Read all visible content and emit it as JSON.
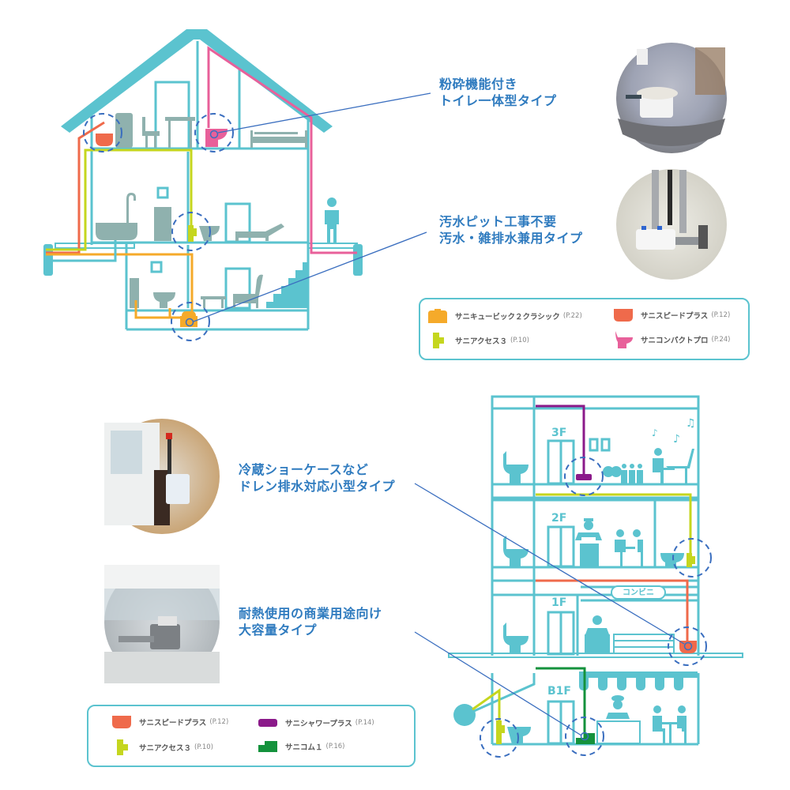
{
  "colors": {
    "structure": "#5bc3cf",
    "furniture": "#8fb1ae",
    "callout_line": "#3a6ebf",
    "callout_text": "#2f7bbf",
    "saniqubic": "#f5aa2a",
    "sanispeed": "#ef6a4b",
    "saniaccess": "#c5d61e",
    "sanicompact": "#e8609a",
    "sanishower": "#8b1a8a",
    "sanicom": "#14923c"
  },
  "house": {
    "callouts": [
      {
        "line1": "粉砕機能付き",
        "line2": "トイレ一体型タイプ"
      },
      {
        "line1": "汚水ピット工事不要",
        "line2": "汚水・雑排水兼用タイプ"
      }
    ],
    "photos": [
      "compact-toilet-photo",
      "pump-unit-photo"
    ],
    "legend": [
      {
        "name": "サニキュービック２クラシック",
        "page": "(P.22)",
        "icon": "saniqubic-icon",
        "color": "#f5aa2a"
      },
      {
        "name": "サニスピードプラス",
        "page": "(P.12)",
        "icon": "sanispeed-icon",
        "color": "#ef6a4b"
      },
      {
        "name": "サニアクセス３",
        "page": "(P.10)",
        "icon": "saniaccess-icon",
        "color": "#c5d61e"
      },
      {
        "name": "サニコンパクトプロ",
        "page": "(P.24)",
        "icon": "sanicompact-icon",
        "color": "#e8609a"
      }
    ]
  },
  "building": {
    "floors": [
      "3F",
      "2F",
      "1F",
      "B1F"
    ],
    "store_sign": "コンビニ",
    "callouts": [
      {
        "line1": "冷蔵ショーケースなど",
        "line2": "ドレン排水対応小型タイプ"
      },
      {
        "line1": "耐熱使用の商業用途向け",
        "line2": "大容量タイプ"
      }
    ],
    "legend": [
      {
        "name": "サニスピードプラス",
        "page": "(P.12)",
        "icon": "sanispeed-icon",
        "color": "#ef6a4b"
      },
      {
        "name": "サニシャワープラス",
        "page": "(P.14)",
        "icon": "sanishower-icon",
        "color": "#8b1a8a"
      },
      {
        "name": "サニアクセス３",
        "page": "(P.10)",
        "icon": "saniaccess-icon",
        "color": "#c5d61e"
      },
      {
        "name": "サニコム１",
        "page": "(P.16)",
        "icon": "sanicom-icon",
        "color": "#14923c"
      }
    ]
  }
}
